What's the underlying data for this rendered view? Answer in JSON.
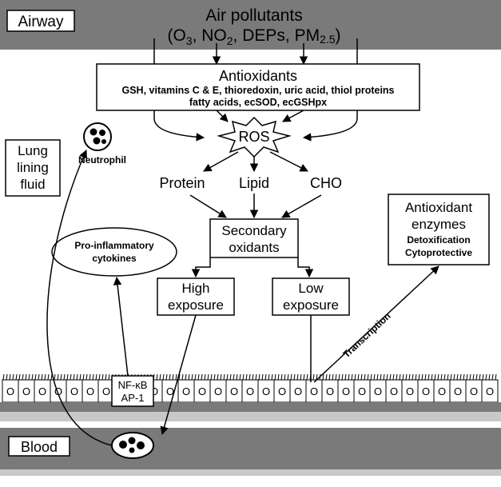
{
  "regions": {
    "airway": "Airway",
    "blood": "Blood"
  },
  "pollutants": {
    "title": "Air pollutants",
    "p1": "(O",
    "p1_sub": "3",
    "p2": ", NO",
    "p2_sub": "2",
    "p3": ", DEPs, PM",
    "p3_sub": "2.5",
    "p4": ")"
  },
  "antioxidants": {
    "title": "Antioxidants",
    "line1": "GSH, vitamins C & E, thioredoxin, uric acid, thiol proteins",
    "line2": "fatty acids, ecSOD, ecGSHpx"
  },
  "ros": "ROS",
  "targets": {
    "protein": "Protein",
    "lipid": "Lipid",
    "cho": "CHO"
  },
  "secondary": {
    "line1": "Secondary",
    "line2": "oxidants"
  },
  "high_exposure": {
    "line1": "High",
    "line2": "exposure"
  },
  "low_exposure": {
    "line1": "Low",
    "line2": "exposure"
  },
  "lung_fluid": {
    "line1": "Lung",
    "line2": "lining",
    "line3": "fluid"
  },
  "neutrophil": "Neutrophil",
  "cytokines": {
    "line1": "Pro-inflammatory",
    "line2": "cytokines"
  },
  "nfkb": {
    "line1": "NF-κB",
    "line2": "AP-1"
  },
  "enzymes": {
    "line1": "Antioxidant",
    "line2": "enzymes",
    "line3": "Detoxification",
    "line4": "Cytoprotective"
  },
  "transcription": "Transcription",
  "cell_nucleus": "O",
  "colors": {
    "band": "#7a7a7a",
    "band_light": "#c8c8c8",
    "line": "#000000"
  }
}
